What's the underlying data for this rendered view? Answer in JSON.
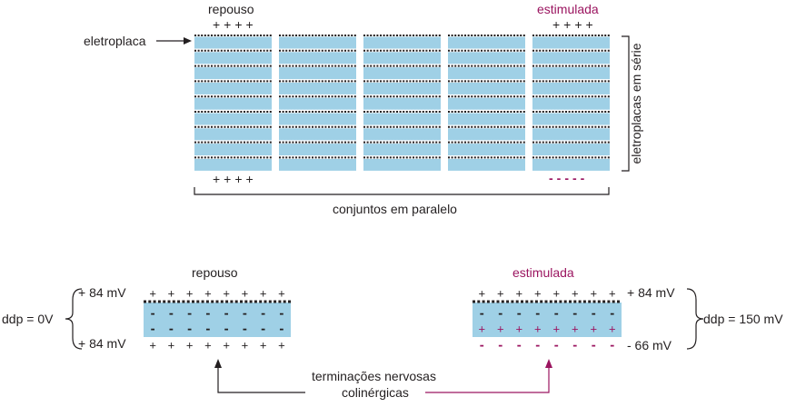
{
  "colors": {
    "plate": "#9fd0e6",
    "magenta": "#9b1560",
    "ink": "#231f20",
    "dots": "#231f20"
  },
  "top": {
    "label_rest": "repouso",
    "label_stimulated": "estimulada",
    "label_plate": "eletroplaca",
    "label_series": "eletroplacas em série",
    "label_parallel": "conjuntos em paralelo",
    "signs_rest_top": "++++",
    "signs_stim_top": "++++",
    "signs_rest_bottom": "++++",
    "signs_stim_bottom": "-----",
    "columns": 5,
    "rows": 9
  },
  "bottom": {
    "label_rest": "repouso",
    "label_stimulated": "estimulada",
    "rest": {
      "ddp": "ddp = 0V",
      "top_mv": "+ 84 mV",
      "bottom_mv": "+ 84 mV",
      "top_signs": [
        "+",
        "+",
        "+",
        "+",
        "+",
        "+",
        "+",
        "+"
      ],
      "inner_top_signs": [
        "-",
        "-",
        "-",
        "-",
        "-",
        "-",
        "-",
        "-"
      ],
      "inner_bottom_signs": [
        "-",
        "-",
        "-",
        "-",
        "-",
        "-",
        "-",
        "-"
      ],
      "bottom_signs": [
        "+",
        "+",
        "+",
        "+",
        "+",
        "+",
        "+",
        "+"
      ]
    },
    "stimulated": {
      "ddp": "ddp = 150 mV",
      "top_mv": "+ 84 mV",
      "bottom_mv": "- 66 mV",
      "top_signs": [
        "+",
        "+",
        "+",
        "+",
        "+",
        "+",
        "+",
        "+"
      ],
      "inner_top_signs": [
        "-",
        "-",
        "-",
        "-",
        "-",
        "-",
        "-",
        "-"
      ],
      "inner_bottom_signs": [
        "+",
        "+",
        "+",
        "+",
        "+",
        "+",
        "+",
        "+"
      ],
      "bottom_signs": [
        "-",
        "-",
        "-",
        "-",
        "-",
        "-",
        "-",
        "-"
      ]
    },
    "nerve_line1": "terminações nervosas",
    "nerve_line2": "colinérgicas"
  }
}
